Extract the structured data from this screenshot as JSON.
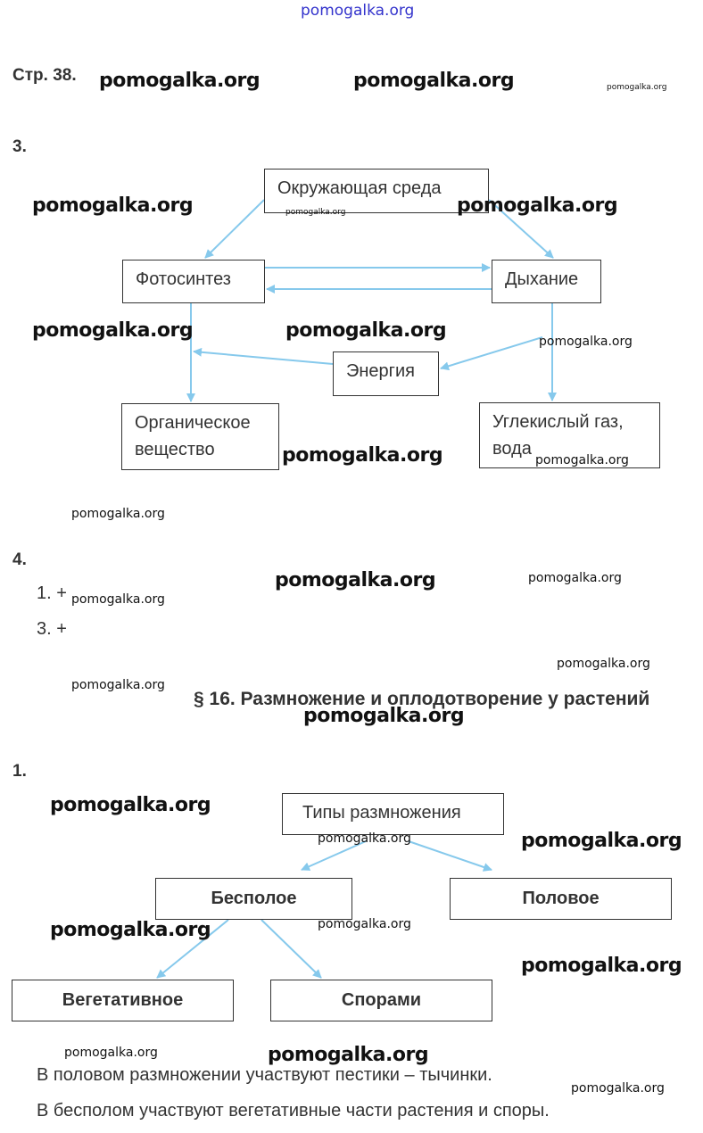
{
  "watermark": "pomogalka.org",
  "page_label": "Стр. 38.",
  "task3": {
    "number": "3.",
    "nodes": {
      "env": "Окружающая среда",
      "photo": "Фотосинтез",
      "resp": "Дыхание",
      "energy": "Энергия",
      "organic_line1": "Органическое",
      "organic_line2": "вещество",
      "co2_line1": "Углекислый газ,",
      "co2_line2": "вода"
    }
  },
  "task4": {
    "number": "4.",
    "items": [
      "1. +",
      "3. +"
    ]
  },
  "section_title": "§ 16. Размножение и оплодотворение у растений",
  "task1": {
    "number": "1.",
    "nodes": {
      "root": "Типы размножения",
      "asexual": "Бесполое",
      "sexual": "Половое",
      "vegetative": "Вегетативное",
      "spores": "Спорами"
    },
    "sentences": [
      "В половом размножении участвуют пестики – тычинки.",
      "В бесполом участвуют вегетативные части растения и споры."
    ]
  },
  "colors": {
    "arrow": "#86c9ec",
    "header_watermark": "#3333cc"
  }
}
